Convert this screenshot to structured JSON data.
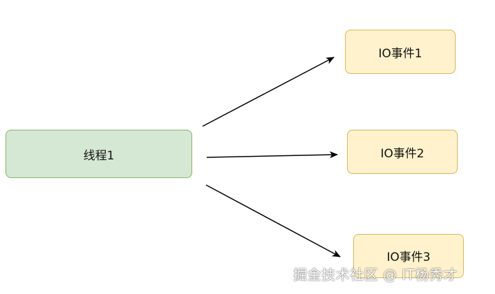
{
  "diagram": {
    "thread": {
      "label": "线程1"
    },
    "io_events": [
      {
        "label": "IO事件1"
      },
      {
        "label": "IO事件2"
      },
      {
        "label": "IO事件3"
      }
    ],
    "edges": [
      {
        "from": "线程1",
        "to": "IO事件1"
      },
      {
        "from": "线程1",
        "to": "IO事件2"
      },
      {
        "from": "线程1",
        "to": "IO事件3"
      }
    ]
  },
  "colors": {
    "thread_fill": "#d5e8d4",
    "thread_border": "#82b366",
    "io_fill": "#fff2cc",
    "io_border": "#d6b656",
    "arrow": "#000000"
  },
  "watermark": {
    "text": "掘金技术社区 @ IT杨秀才"
  }
}
